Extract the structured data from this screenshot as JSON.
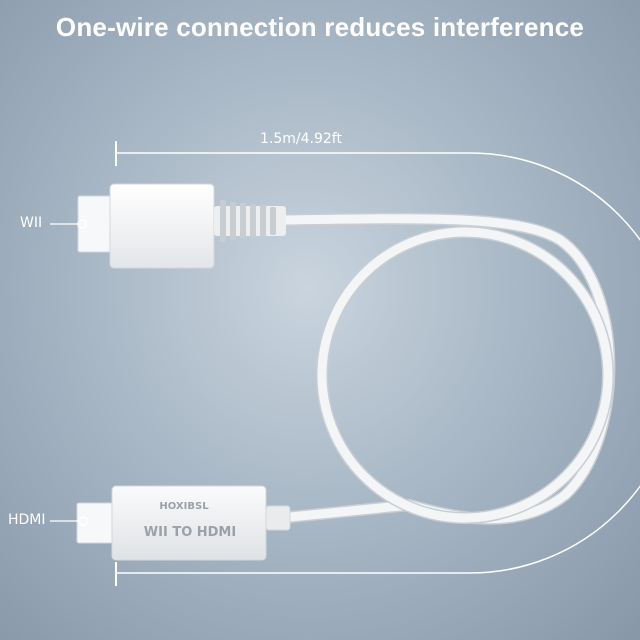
{
  "headline": "One-wire connection reduces interference",
  "measurement": "1.5m/4.92ft",
  "labels": {
    "wii": "WII",
    "hdmi": "HDMI"
  },
  "hdmi_adapter": {
    "brand": "HOXIBSL",
    "model": "WII TO HDMI"
  },
  "colors": {
    "background": "#a9b8c6",
    "cable": "#f4f5f6",
    "text": "#ffffff"
  }
}
